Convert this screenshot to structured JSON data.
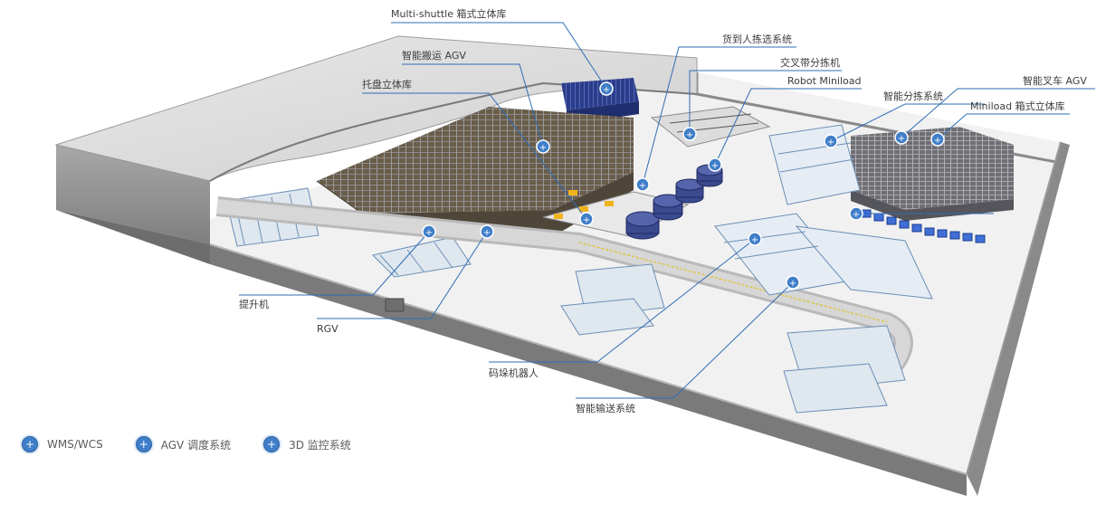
{
  "callouts": [
    {
      "id": "multi-shuttle",
      "label": "Multi-shuttle 箱式立体库"
    },
    {
      "id": "agv-transport",
      "label": "智能搬运 AGV"
    },
    {
      "id": "pallet-storage",
      "label": "托盘立体库"
    },
    {
      "id": "goods-to-person",
      "label": "货到人拣选系统"
    },
    {
      "id": "cross-belt",
      "label": "交叉带分拣机"
    },
    {
      "id": "robot-miniload",
      "label": "Robot Miniload"
    },
    {
      "id": "smart-sorting",
      "label": "智能分拣系统"
    },
    {
      "id": "forklift-agv",
      "label": "智能叉车 AGV"
    },
    {
      "id": "miniload",
      "label": "Miniload 箱式立体库"
    },
    {
      "id": "lifter",
      "label": "提升机"
    },
    {
      "id": "rgv",
      "label": "RGV"
    },
    {
      "id": "palletizing-robot",
      "label": "码垛机器人"
    },
    {
      "id": "conveyor",
      "label": "智能输送系统"
    }
  ],
  "legend": [
    {
      "label": "WMS/WCS",
      "icon": "plus-circle-icon"
    },
    {
      "label": "AGV 调度系统",
      "icon": "plus-circle-icon"
    },
    {
      "label": "3D 监控系统",
      "icon": "plus-circle-icon"
    }
  ],
  "colors": {
    "hotspot": "#3f7ec9",
    "leader_line": "#2f6db5",
    "wall": "#8e8e8e",
    "floor": "#f3f3f3",
    "rack": "#5c5346",
    "shuttle_blue": "#2d3f8c",
    "rail_yellow": "#d8c94a"
  }
}
